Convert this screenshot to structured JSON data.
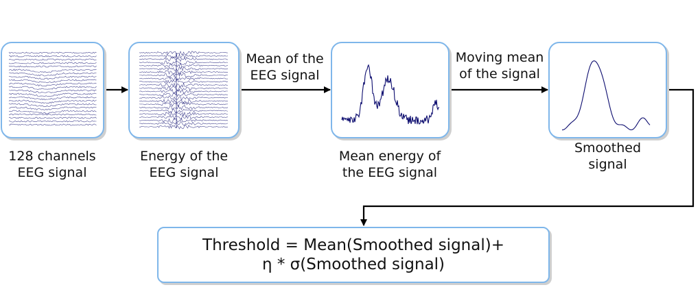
{
  "nodes": {
    "raw": {
      "caption": "128 channels\nEEG signal"
    },
    "energy": {
      "caption": "Energy of the\nEEG signal"
    },
    "mean": {
      "caption": "Mean energy of\nthe EEG signal"
    },
    "smoothed": {
      "caption": "Smoothed\nsignal"
    }
  },
  "edges": {
    "energy_to_mean": "Mean of the\nEEG signal",
    "mean_to_smoothed": "Moving mean\nof the signal"
  },
  "threshold": {
    "formula": "Threshold = Mean(Smoothed signal)+\nη * σ(Smoothed signal)"
  },
  "colors": {
    "border": "#7eb6ea",
    "signal": "#0b0b6e",
    "arrow": "#000000"
  }
}
